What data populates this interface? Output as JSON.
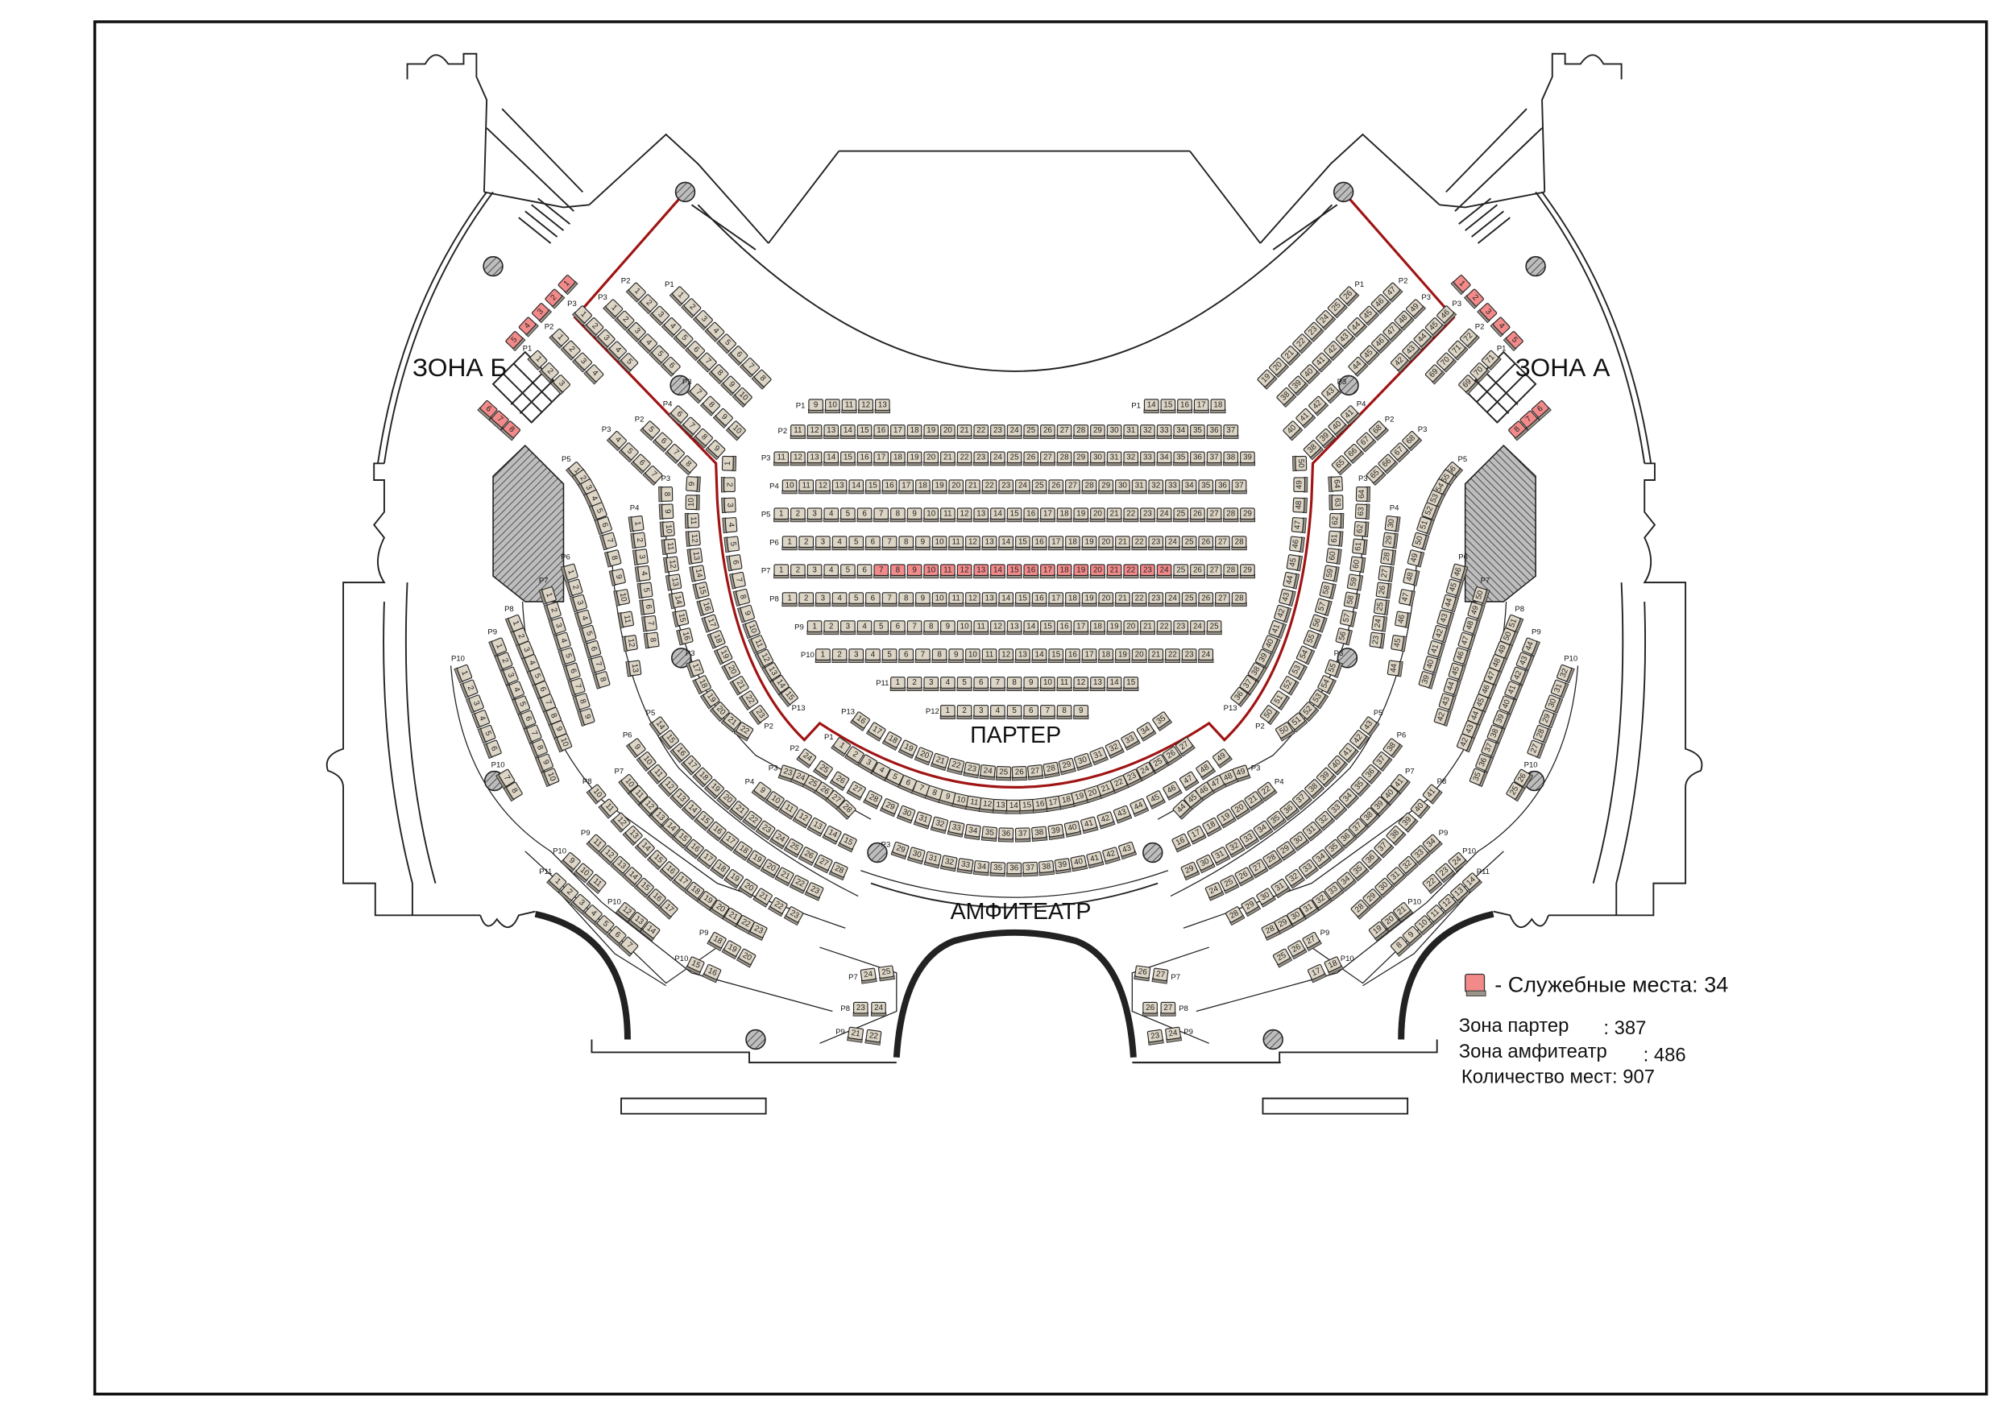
{
  "labels": {
    "zone_b": "ЗОНА Б",
    "zone_a": "ЗОНА А",
    "parter": "ПАРТЕР",
    "amphitheatre": "АМФИТЕАТР"
  },
  "legend": {
    "service_seats": "- Служебные места: 34",
    "parter_label": "Зона партер",
    "parter_value": ": 387",
    "amph_label": "Зона амфитеатр",
    "amph_value": ": 486",
    "total": "Количество мест: 907"
  },
  "colors": {
    "seat": "#ddd5c5",
    "reserved": "#f28a8a",
    "red_line": "#a01414",
    "pillar": "#a8a8a8"
  },
  "center_rows": [
    {
      "row": "Р1",
      "groups": [
        [
          9,
          13
        ],
        [
          14,
          18
        ]
      ]
    },
    {
      "row": "Р2",
      "from": 11,
      "to": 37
    },
    {
      "row": "Р3",
      "from": 11,
      "to": 39
    },
    {
      "row": "Р4",
      "from": 10,
      "to": 37
    },
    {
      "row": "Р5",
      "from": 1,
      "to": 29
    },
    {
      "row": "Р6",
      "from": 1,
      "to": 28
    },
    {
      "row": "Р7",
      "from": 1,
      "to": 29,
      "reserved": [
        7,
        24
      ]
    },
    {
      "row": "Р8",
      "from": 1,
      "to": 28
    },
    {
      "row": "Р9",
      "from": 1,
      "to": 25
    },
    {
      "row": "Р10",
      "from": 1,
      "to": 24
    },
    {
      "row": "Р11",
      "from": 1,
      "to": 15
    },
    {
      "row": "Р12",
      "from": 1,
      "to": 9
    }
  ],
  "center_arcs": [
    {
      "row": "Р13",
      "from": 16,
      "to": 35
    },
    {
      "row": "Р1",
      "from": 1,
      "to": 27
    },
    {
      "row": "Р2",
      "from": 24,
      "to": 49
    },
    {
      "row": "Р3",
      "from": 29,
      "to": 43
    }
  ],
  "left_runs": [
    {
      "row": "Р1",
      "from": 1,
      "to": 8
    },
    {
      "row": "Р2",
      "from": 1,
      "to": 10
    },
    {
      "row": "Р3",
      "from": 1,
      "to": 6
    },
    {
      "row": "Р3",
      "from": 7,
      "to": 10
    },
    {
      "row": "Р4",
      "from": 6,
      "to": 9
    },
    {
      "row": "Р3",
      "from": 1,
      "to": 5
    },
    {
      "row": "Р2",
      "from": 1,
      "to": 4
    },
    {
      "row": "Р1",
      "from": 1,
      "to": 3
    },
    {
      "row": "Р2",
      "from": 5,
      "to": 8
    },
    {
      "row": "Р3",
      "from": 4,
      "to": 7
    },
    {
      "row": "Р13",
      "from": 1,
      "to": 15
    },
    {
      "row": "Р2",
      "from": 9,
      "to": 23
    },
    {
      "row": "Р3",
      "from": 8,
      "to": 16
    },
    {
      "row": "Р3",
      "from": 17,
      "to": 22
    },
    {
      "row": "Р4",
      "from": 1,
      "to": 8
    },
    {
      "row": "Р5",
      "from": 1,
      "to": 13
    },
    {
      "row": "Р6",
      "from": 1,
      "to": 8
    },
    {
      "row": "Р7",
      "from": 1,
      "to": 9
    },
    {
      "row": "Р8",
      "from": 1,
      "to": 10
    },
    {
      "row": "Р9",
      "from": 1,
      "to": 10
    },
    {
      "row": "Р10",
      "from": 1,
      "to": 6
    },
    {
      "row": "Р10",
      "from": 7,
      "to": 8
    },
    {
      "row": "Р5",
      "from": 14,
      "to": 28
    },
    {
      "row": "Р6",
      "from": 9,
      "to": 23
    },
    {
      "row": "Р7",
      "from": 10,
      "to": 23
    },
    {
      "row": "Р8",
      "from": 10,
      "to": 23
    },
    {
      "row": "Р9",
      "from": 11,
      "to": 17
    },
    {
      "row": "Р10",
      "from": 9,
      "to": 11
    },
    {
      "row": "Р10",
      "from": 12,
      "to": 14
    },
    {
      "row": "Р11",
      "from": 1,
      "to": 7
    },
    {
      "row": "Р9",
      "from": 18,
      "to": 20
    },
    {
      "row": "Р10",
      "from": 15,
      "to": 16
    },
    {
      "row": "Р3",
      "from": 23,
      "to": 28
    },
    {
      "row": "Р4",
      "from": 9,
      "to": 15
    },
    {
      "row": "Р7",
      "from": 24,
      "to": 25
    },
    {
      "row": "Р8",
      "from": 23,
      "to": 24
    },
    {
      "row": "Р9",
      "from": 21,
      "to": 22
    }
  ],
  "right_runs": [
    {
      "row": "Р1",
      "from": 26,
      "to": 19
    },
    {
      "row": "Р2",
      "from": 47,
      "to": 38
    },
    {
      "row": "Р3",
      "from": 49,
      "to": 44
    },
    {
      "row": "Р3",
      "from": 43,
      "to": 40
    },
    {
      "row": "Р4",
      "from": 41,
      "to": 38
    },
    {
      "row": "Р3",
      "from": 46,
      "to": 42
    },
    {
      "row": "Р2",
      "from": 72,
      "to": 69
    },
    {
      "row": "Р1",
      "from": 71,
      "to": 69
    },
    {
      "row": "Р2",
      "from": 68,
      "to": 65
    },
    {
      "row": "Р3",
      "from": 68,
      "to": 65
    },
    {
      "row": "Р13",
      "from": 50,
      "to": 36
    },
    {
      "row": "Р2",
      "from": 64,
      "to": 50
    },
    {
      "row": "Р3",
      "from": 64,
      "to": 56
    },
    {
      "row": "Р3",
      "from": 55,
      "to": 50
    },
    {
      "row": "Р4",
      "from": 30,
      "to": 23
    },
    {
      "row": "Р5",
      "from": 56,
      "to": 44
    },
    {
      "row": "Р6",
      "from": 46,
      "to": 39
    },
    {
      "row": "Р7",
      "from": 50,
      "to": 42
    },
    {
      "row": "Р8",
      "from": 51,
      "to": 42
    },
    {
      "row": "Р9",
      "from": 44,
      "to": 35
    },
    {
      "row": "Р10",
      "from": 32,
      "to": 27
    },
    {
      "row": "Р10",
      "from": 26,
      "to": 25
    },
    {
      "row": "Р5",
      "from": 43,
      "to": 29
    },
    {
      "row": "Р6",
      "from": 38,
      "to": 24
    },
    {
      "row": "Р7",
      "from": 41,
      "to": 28
    },
    {
      "row": "Р8",
      "from": 41,
      "to": 28
    },
    {
      "row": "Р9",
      "from": 34,
      "to": 28
    },
    {
      "row": "Р10",
      "from": 24,
      "to": 22
    },
    {
      "row": "Р10",
      "from": 21,
      "to": 19
    },
    {
      "row": "Р11",
      "from": 14,
      "to": 8
    },
    {
      "row": "Р9",
      "from": 27,
      "to": 25
    },
    {
      "row": "Р10",
      "from": 18,
      "to": 17
    },
    {
      "row": "Р3",
      "from": 49,
      "to": 44
    },
    {
      "row": "Р4",
      "from": 22,
      "to": 16
    },
    {
      "row": "Р7",
      "from": 27,
      "to": 26
    },
    {
      "row": "Р8",
      "from": 27,
      "to": 26
    },
    {
      "row": "Р9",
      "from": 24,
      "to": 23
    }
  ],
  "service_seats": {
    "zone_b": [
      {
        "from": 1,
        "to": 5
      },
      {
        "from": 6,
        "to": 8
      }
    ],
    "zone_a": [
      {
        "from": 1,
        "to": 5
      },
      {
        "from": 6,
        "to": 8
      }
    ]
  }
}
